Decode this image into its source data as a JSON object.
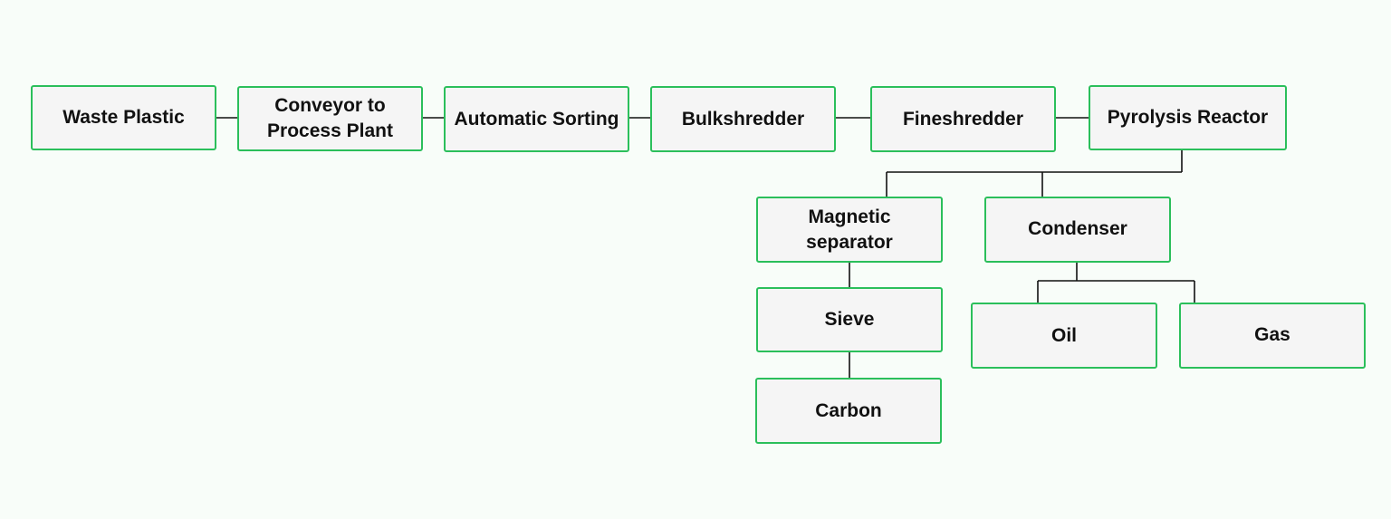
{
  "nodes": {
    "waste_plastic": "Waste Plastic",
    "conveyor": "Conveyor to Process Plant",
    "automatic_sorting": "Automatic Sorting",
    "bulkshredder": "Bulkshredder",
    "fineshredder": "Fineshredder",
    "pyrolysis_reactor": "Pyrolysis Reactor",
    "magnetic_separator": "Magnetic separator",
    "condenser": "Condenser",
    "sieve": "Sieve",
    "carbon": "Carbon",
    "oil": "Oil",
    "gas": "Gas"
  },
  "colors": {
    "node_border": "#2bbf5b",
    "node_fill": "#f5f5f5",
    "connector": "#111111",
    "background": "#f8fdf9"
  }
}
